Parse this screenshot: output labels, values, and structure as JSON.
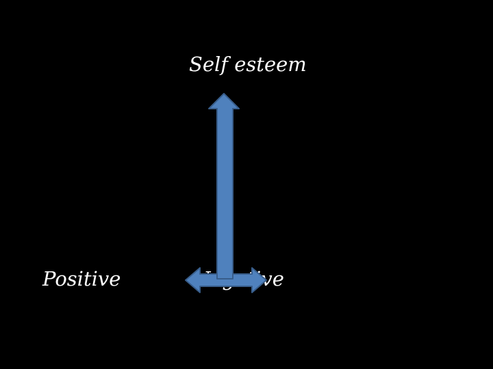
{
  "labels": {
    "top": "Self esteem",
    "left": "Positive",
    "right": "Negative"
  },
  "colors": {
    "background": "#000000",
    "text": "#ffffff",
    "arrow_fill": "#4f81bd",
    "arrow_stroke": "#385d8a"
  }
}
